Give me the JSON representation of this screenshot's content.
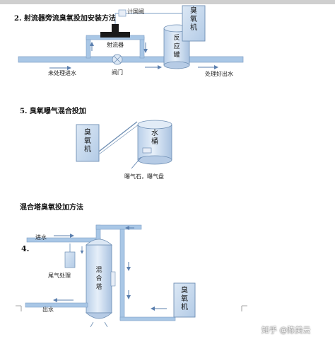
{
  "top_strip": "",
  "section2": {
    "heading": "2. 射流器旁流臭氧投加安装方法",
    "flowmeter": "计国阀",
    "ejector": "射流器",
    "reactor": "反应罐",
    "ozone_machine": "臭氧机",
    "valve": "阀门",
    "inlet": "未处理进水",
    "outlet": "处理好出水"
  },
  "section5": {
    "heading": "5. 臭氧曝气混合投加",
    "ozone_machine": "臭氧机",
    "tank": "水桶",
    "aerator": "曝气石，曝气盘"
  },
  "section4": {
    "heading": "混合塔臭氧投加方法",
    "number": "4.",
    "inlet": "进水",
    "exhaust": "尾气处理",
    "tower": "混合塔",
    "outlet": "出水",
    "ozone_machine": "臭氧机"
  },
  "watermark": "知乎 @陈美云",
  "colors": {
    "equipment_fill": "#c9dbef",
    "equipment_stroke": "#6f8fb4",
    "pipe": "#a9c7e6",
    "arrow": "#5b7fae"
  }
}
